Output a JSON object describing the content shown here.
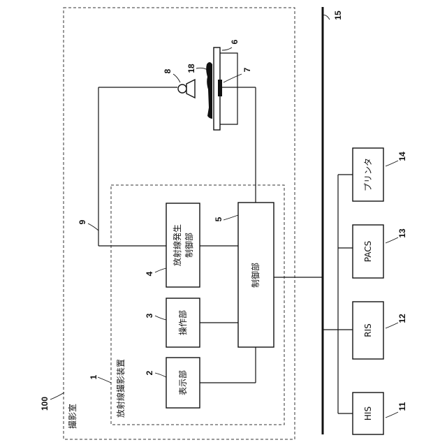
{
  "room": {
    "label": "撮影室",
    "ref": "100"
  },
  "apparatus": {
    "label": "放射線撮影装置",
    "ref": "1"
  },
  "blocks": {
    "display": {
      "label": "表示部",
      "ref": "2"
    },
    "operation": {
      "label": "操作部",
      "ref": "3"
    },
    "generator_control": {
      "label_line1": "放射線発生",
      "label_line2": "制御部",
      "ref": "4"
    },
    "control": {
      "label": "制御部",
      "ref": "5"
    }
  },
  "equipment": {
    "table": {
      "ref": "6"
    },
    "detector": {
      "ref": "7"
    },
    "source": {
      "ref": "8"
    },
    "cable": {
      "ref": "9"
    },
    "subject": {
      "ref": "18"
    }
  },
  "network": {
    "bus": {
      "ref": "15"
    },
    "systems": [
      {
        "label": "HIS",
        "ref": "11"
      },
      {
        "label": "RIS",
        "ref": "12"
      },
      {
        "label": "PACS",
        "ref": "13"
      },
      {
        "label": "プリンタ",
        "ref": "14"
      }
    ]
  }
}
